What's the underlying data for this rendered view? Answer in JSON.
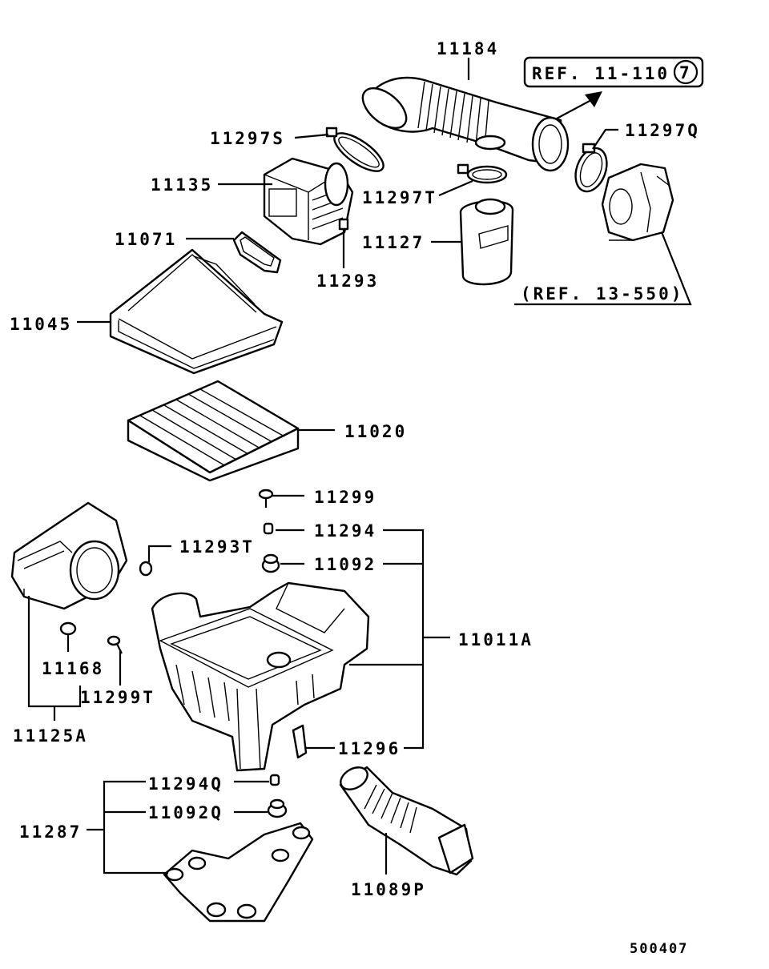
{
  "diagram_id": "500407",
  "references": {
    "ref_top": "REF. 11-110",
    "ref_top_circle": "7",
    "ref_bottom": "(REF. 13-550)"
  },
  "parts": {
    "p11184": "11184",
    "p11297S": "11297S",
    "p11135": "11135",
    "p11071": "11071",
    "p11293": "11293",
    "p11297T": "11297T",
    "p11127": "11127",
    "p11297Q": "11297Q",
    "p11045": "11045",
    "p11020": "11020",
    "p11299": "11299",
    "p11294": "11294",
    "p11092": "11092",
    "p11293T": "11293T",
    "p11011A": "11011A",
    "p11168": "11168",
    "p11299T": "11299T",
    "p11125A": "11125A",
    "p11296": "11296",
    "p11294Q": "11294Q",
    "p11092Q": "11092Q",
    "p11287": "11287",
    "p11089P": "11089P"
  }
}
